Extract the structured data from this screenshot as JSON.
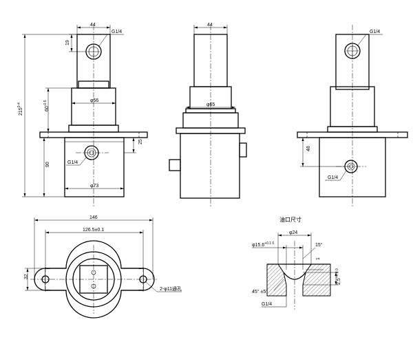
{
  "labels": {
    "front_width": "44",
    "front_port": "G1/4",
    "front_port_offset": "19",
    "front_total_height": "215",
    "front_total_height_tol": "0-4",
    "front_upper_height": "60",
    "front_upper_height_tol": "-0.5",
    "front_mid_dia": "φ56",
    "front_flange_thk": "25",
    "front_lower_port": "G1/4",
    "front_body_height": "90",
    "front_body_dia": "φ73",
    "side_width": "44",
    "side_dia": "φ65",
    "right_port": "G1/4",
    "right_port_height": "48",
    "right_lower_port": "G1/4",
    "plan_width": "146",
    "plan_hole_pitch": "126.5±0.1",
    "plan_thickness": "32",
    "plan_holes": "2-φ11通孔",
    "detail_title": "油口尺寸",
    "detail_outer_dia": "φ24",
    "detail_inner_dia": "φ15.6",
    "detail_inner_dia_tol": "+0.1 0",
    "detail_angle_top": "15°",
    "detail_step": "1",
    "detail_depth": "2.5",
    "detail_depth_tol": "+0.4 0",
    "detail_angle_bottom": "45° ±5°",
    "detail_thread": "G1/4"
  }
}
